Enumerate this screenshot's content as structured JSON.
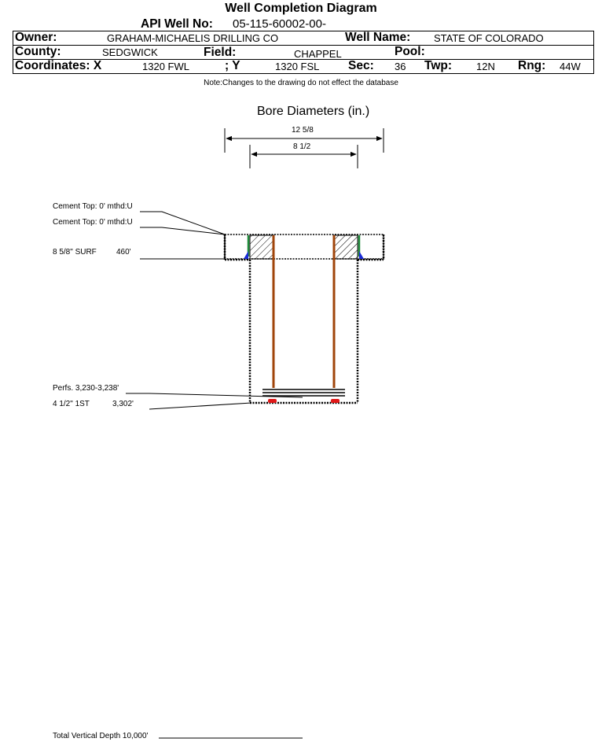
{
  "header": {
    "title": "Well Completion Diagram",
    "api_label": "API Well No:",
    "api_value": "05-115-60002-00-",
    "owner_label": "Owner:",
    "owner_value": "GRAHAM-MICHAELIS DRILLING CO",
    "well_name_label": "Well Name:",
    "well_name_value": "STATE OF COLORADO",
    "county_label": "County:",
    "county_value": "SEDGWICK",
    "field_label": "Field:",
    "field_value": "CHAPPEL",
    "pool_label": "Pool:",
    "pool_value": "",
    "coords_label": "Coordinates: X",
    "x_value": "1320 FWL",
    "y_label": "; Y",
    "y_value": "1320 FSL",
    "sec_label": "Sec:",
    "sec_value": "36",
    "twp_label": "Twp:",
    "twp_value": "12N",
    "rng_label": "Rng:",
    "rng_value": "44W",
    "note": "Note:Changes to the drawing do not effect the database"
  },
  "diagram": {
    "bore_title": "Bore Diameters (in.)",
    "bore_outer": "12 5/8",
    "bore_inner": "8 1/2",
    "labels": {
      "cement_top_1": "Cement Top: 0' mthd:U",
      "cement_top_2": "Cement Top: 0' mthd:U",
      "surf_casing": "8 5/8\" SURF",
      "surf_depth": "460'",
      "perfs": "Perfs. 3,230-3,238'",
      "prod_casing": "4 1/2\" 1ST",
      "prod_depth": "3,302'",
      "tvd": "Total Vertical Depth 10,000'"
    },
    "colors": {
      "tubing": "#a0450a",
      "cement_green": "#1f8a3a",
      "shoe_blue": "#1a2bd6",
      "plug_red": "#e01818"
    }
  }
}
